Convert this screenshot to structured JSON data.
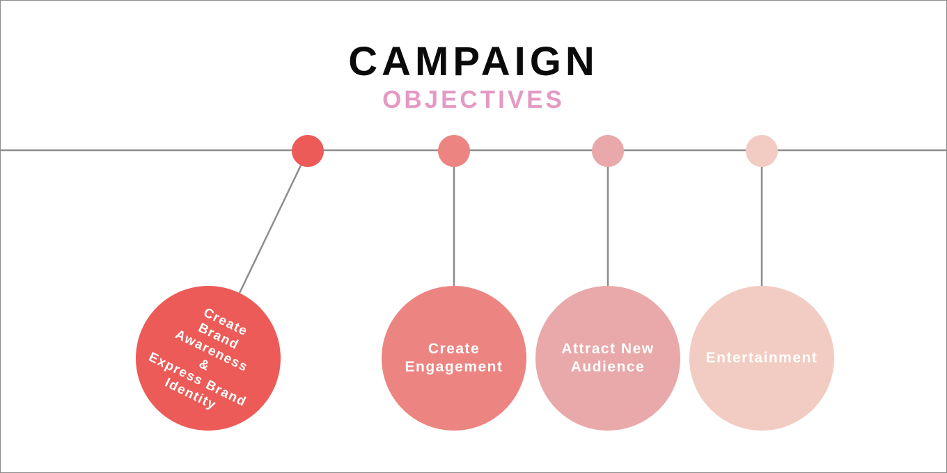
{
  "header": {
    "title": "CAMPAIGN",
    "subtitle": "OBJECTIVES"
  },
  "colors": {
    "axis_line": "#8c8c8c",
    "connector": "#8c8c8c",
    "title": "#0a0a0a",
    "subtitle": "#e39ac4"
  },
  "objectives": [
    {
      "label": "Create\nBrand\nAwareness\n&\nExpress Brand\nIdentity",
      "color": "#ec5b57"
    },
    {
      "label": "Create\nEngagement",
      "color": "#ec8582"
    },
    {
      "label": "Attract New\nAudience",
      "color": "#e9a8a9"
    },
    {
      "label": "Entertainment",
      "color": "#f2ccc2"
    }
  ]
}
